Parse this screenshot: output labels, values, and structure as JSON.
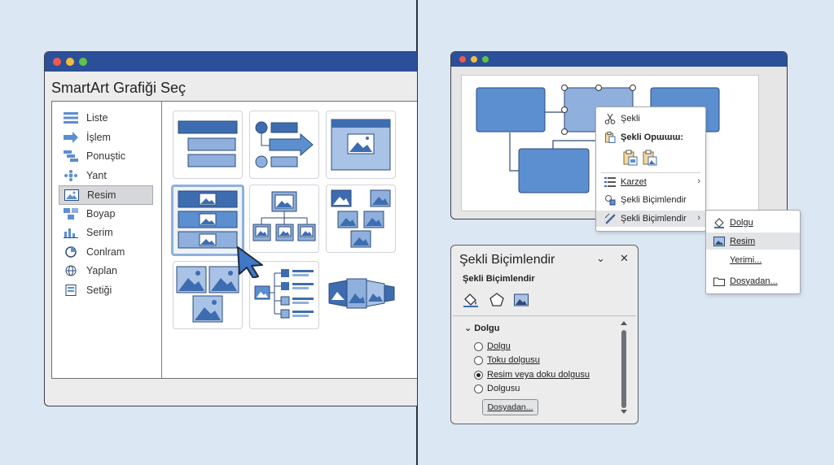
{
  "smartart_dialog": {
    "title": "SmartArt Grafiği Seç",
    "categories": [
      {
        "label": "Liste",
        "icon": "list-icon"
      },
      {
        "label": "İşlem",
        "icon": "process-arrow-icon"
      },
      {
        "label": "Ponuştic",
        "icon": "cycle-icon"
      },
      {
        "label": "Yant",
        "icon": "hierarchy-icon"
      },
      {
        "label": "Resim",
        "icon": "picture-icon"
      },
      {
        "label": "Boyap",
        "icon": "relationship-icon"
      },
      {
        "label": "Serim",
        "icon": "matrix-icon"
      },
      {
        "label": "Conlram",
        "icon": "pyramid-icon"
      },
      {
        "label": "Yaplan",
        "icon": "globe-icon"
      },
      {
        "label": "Setiği",
        "icon": "document-icon"
      }
    ],
    "selected_category": "Resim"
  },
  "context_menu": {
    "items": [
      {
        "label": "Şekli",
        "icon": "scissors-icon"
      },
      {
        "label": "Şekli Opɯɯɯ:",
        "icon": "paste-icon"
      },
      {
        "label": "Karzet",
        "icon": "list-icon"
      },
      {
        "label": "Şekli Biçimlendir",
        "icon": "format-shape-icon"
      },
      {
        "label": "Şekli Biçimlendir",
        "icon": "paint-brush-icon"
      }
    ]
  },
  "submenu": {
    "items": [
      {
        "label": "Dolgu",
        "icon": "fill-bucket-icon"
      },
      {
        "label": "Resim",
        "icon": "picture-icon"
      },
      {
        "label": "Yerimi...",
        "icon": ""
      },
      {
        "label": "Dosyadan...",
        "icon": "folder-icon"
      }
    ]
  },
  "format_pane": {
    "title": "Şekli Biçimlendir",
    "subtitle": "Şekli Biçimlendir",
    "section": "Dolgu",
    "options": [
      {
        "label": "Dolgu",
        "selected": false
      },
      {
        "label": "Toku dolgusu",
        "selected": false
      },
      {
        "label": "Resim veya doku dolgusu",
        "selected": true
      },
      {
        "label": "Dolgusu",
        "selected": false
      }
    ],
    "file_button": "Dosyadan..."
  },
  "colors": {
    "titlebar": "#2c4f99",
    "shape_fill": "#5b8fd0",
    "shape_stroke": "#2d4a78",
    "tile_selected": "#8fb0dc"
  }
}
